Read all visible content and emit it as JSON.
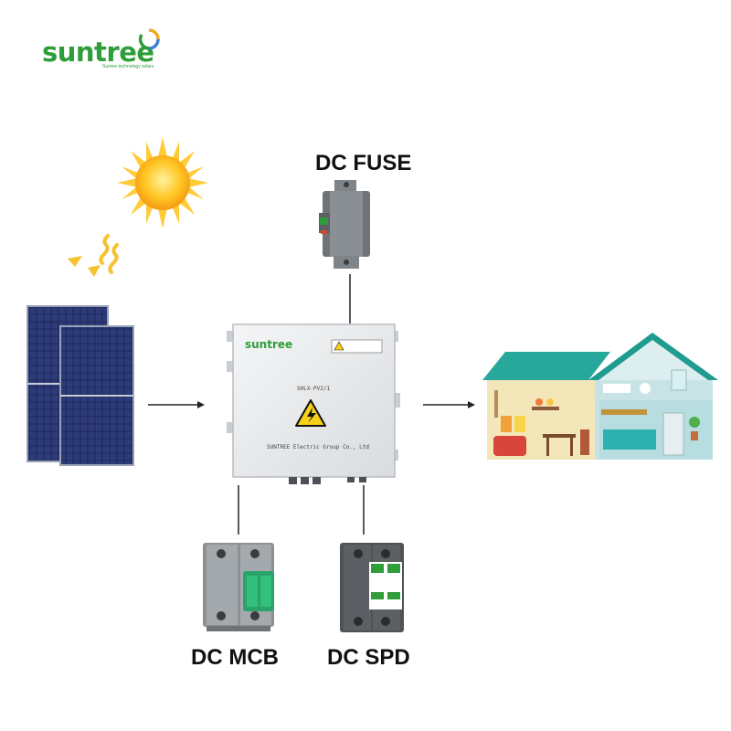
{
  "brand": {
    "name": "suntree",
    "tagline": "Sunree technology solars",
    "colors": {
      "primary": "#2e9d3a",
      "accent_orange": "#f5a623",
      "accent_blue": "#3b7fd1"
    }
  },
  "labels": {
    "dc_fuse": "DC FUSE",
    "dc_mcb": "DC MCB",
    "dc_spd": "DC SPD"
  },
  "combiner_box": {
    "brand": "suntree",
    "model": "SHLX-PV2/1",
    "company": "SUNTREE Electric Group Co., Ltd"
  },
  "icons": [
    "sun-icon",
    "sun-rays-icon",
    "solar-panel-icon",
    "combiner-box-icon",
    "dc-fuse-icon",
    "dc-mcb-icon",
    "dc-spd-icon",
    "house-icon",
    "arrow-right-icon",
    "warning-triangle-icon"
  ]
}
